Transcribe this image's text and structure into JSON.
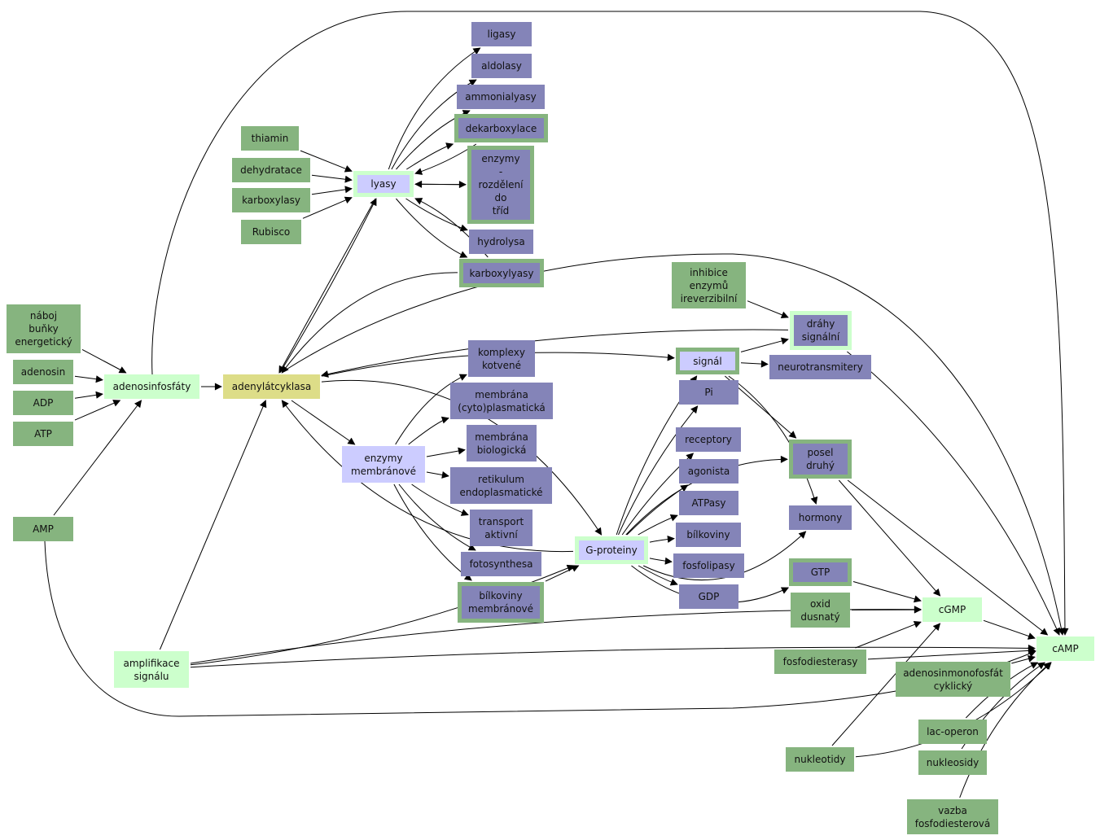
{
  "colors": {
    "green": "#86b47f",
    "lightgreen": "#ccffcc",
    "purple": "#8484b8",
    "lavender": "#ccccff",
    "yellow": "#dddd88",
    "edge": "#000000",
    "background": "#ffffff"
  },
  "nodes": {
    "naboj": {
      "label": "náboj\nbuňky\nenergetický"
    },
    "adenosin": {
      "label": "adenosin"
    },
    "adp": {
      "label": "ADP"
    },
    "atp": {
      "label": "ATP"
    },
    "amp": {
      "label": "AMP"
    },
    "adenosinfosfaty": {
      "label": "adenosinfosfáty"
    },
    "adenylatcyklasa": {
      "label": "adenylátcyklasa"
    },
    "thiamin": {
      "label": "thiamin"
    },
    "dehydratace": {
      "label": "dehydratace"
    },
    "karboxylasy_g": {
      "label": "karboxylasy"
    },
    "rubisco": {
      "label": "Rubisco"
    },
    "lyasy": {
      "label": "lyasy"
    },
    "ligasy": {
      "label": "ligasy"
    },
    "aldolasy": {
      "label": "aldolasy"
    },
    "ammonialyasy": {
      "label": "ammonialyasy"
    },
    "dekarboxylace": {
      "label": "dekarboxylace"
    },
    "enzymy_rozdeleni": {
      "label": "enzymy\n-\nrozdělení\ndo\ntříd"
    },
    "hydrolysa": {
      "label": "hydrolysa"
    },
    "karboxylyasy": {
      "label": "karboxylyasy"
    },
    "inhibice": {
      "label": "inhibice\nenzymů\nireverzibilní"
    },
    "drahy": {
      "label": "dráhy\nsignální"
    },
    "signal": {
      "label": "signál"
    },
    "neurotransmitery": {
      "label": "neurotransmitery"
    },
    "pi": {
      "label": "Pi"
    },
    "komplexy": {
      "label": "komplexy\nkotvené"
    },
    "membrana_cyto": {
      "label": "membrána\n(cyto)plasmatická"
    },
    "membrana_bio": {
      "label": "membrána\nbiologická"
    },
    "retikulum": {
      "label": "retikulum\nendoplasmatické"
    },
    "transport": {
      "label": "transport\naktivní"
    },
    "fotosynthesa": {
      "label": "fotosynthesa"
    },
    "bilkoviny_membranove": {
      "label": "bílkoviny\nmembránové"
    },
    "enzymy_membranove": {
      "label": "enzymy\nmembránové"
    },
    "g_proteiny": {
      "label": "G-proteiny"
    },
    "receptory": {
      "label": "receptory"
    },
    "agonista": {
      "label": "agonista"
    },
    "atpasy": {
      "label": "ATPasy"
    },
    "bilkoviny": {
      "label": "bílkoviny"
    },
    "fosfolipasy": {
      "label": "fosfolipasy"
    },
    "gdp": {
      "label": "GDP"
    },
    "posel": {
      "label": "posel\ndruhý"
    },
    "hormony": {
      "label": "hormony"
    },
    "gtp": {
      "label": "GTP"
    },
    "oxid": {
      "label": "oxid\ndusnatý"
    },
    "cgmp": {
      "label": "cGMP"
    },
    "camp": {
      "label": "cAMP"
    },
    "fosfodiesterasy": {
      "label": "fosfodiesterasy"
    },
    "adenosinmonofosfat": {
      "label": "adenosinmonofosfát\ncyklický"
    },
    "lac_operon": {
      "label": "lac-operon"
    },
    "nukleotidy": {
      "label": "nukleotidy"
    },
    "nukleosidy": {
      "label": "nukleosidy"
    },
    "vazba": {
      "label": "vazba\nfosfodiesterová"
    },
    "amplifikace": {
      "label": "amplifikace\nsignálu"
    }
  }
}
